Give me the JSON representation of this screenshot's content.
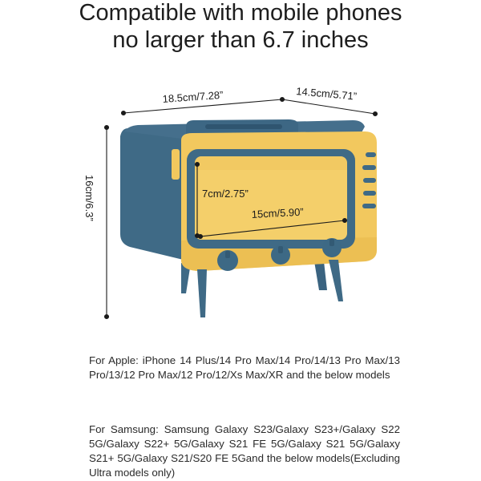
{
  "headline": {
    "line1": "Compatible with mobile phones",
    "line2": "no larger than 6.7 inches"
  },
  "dimensions": {
    "width": "18.5cm/7.28”",
    "depth": "14.5cm/5.71”",
    "height": "16cm/6.3”",
    "screen_height": "7cm/2.75”",
    "screen_width": "15cm/5.90”"
  },
  "colors": {
    "body_blue": "#3f6a86",
    "body_yellow": "#f2c85e",
    "screen_yellow": "#f4cf6a",
    "knob_blue": "#3d6985"
  },
  "compatibility": {
    "apple": "For Apple: iPhone 14 Plus/14 Pro Max/14 Pro/14/13 Pro Max/13 Pro/13/12 Pro Max/12 Pro/12/Xs Max/XR and the below models",
    "samsung": "For Samsung: Samsung Galaxy S23/Galaxy S23+/Galaxy S22 5G/Galaxy S22+ 5G/Galaxy S21 FE 5G/Galaxy S21 5G/Galaxy S21+ 5G/Galaxy S21/S20 FE 5Gand the below models(Excluding Ultra models only)"
  }
}
